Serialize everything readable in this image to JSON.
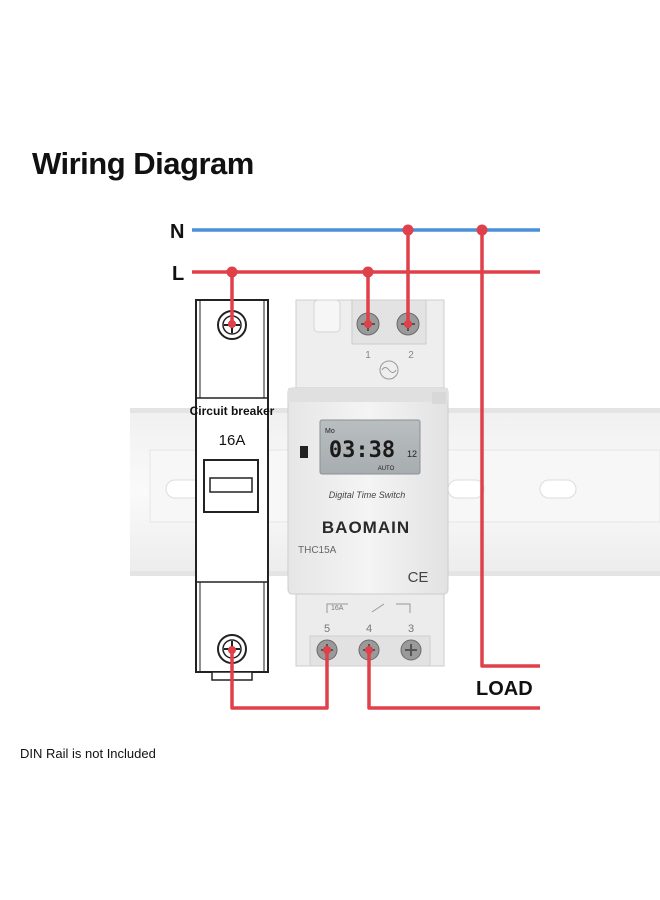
{
  "title": "Wiring Diagram",
  "lines": {
    "neutral_label": "N",
    "live_label": "L",
    "load_label": "LOAD",
    "neutral_color": "#4a90d9",
    "live_color": "#e0404a"
  },
  "breaker": {
    "label": "Circuit breaker",
    "rating": "16A"
  },
  "timer": {
    "display_time": "03:38",
    "display_day": "Mo",
    "display_format": "12",
    "display_mode": "AUTO",
    "product_name": "Digital Time Switch",
    "brand": "BAOMAIN",
    "model": "THC15A",
    "cert_mark": "CE",
    "top_terminal_1": "1",
    "top_terminal_2": "2",
    "bottom_terminal_5": "5",
    "bottom_terminal_4": "4",
    "bottom_terminal_3": "3",
    "relay_rating": "16A"
  },
  "footnote": "DIN Rail is not Included"
}
